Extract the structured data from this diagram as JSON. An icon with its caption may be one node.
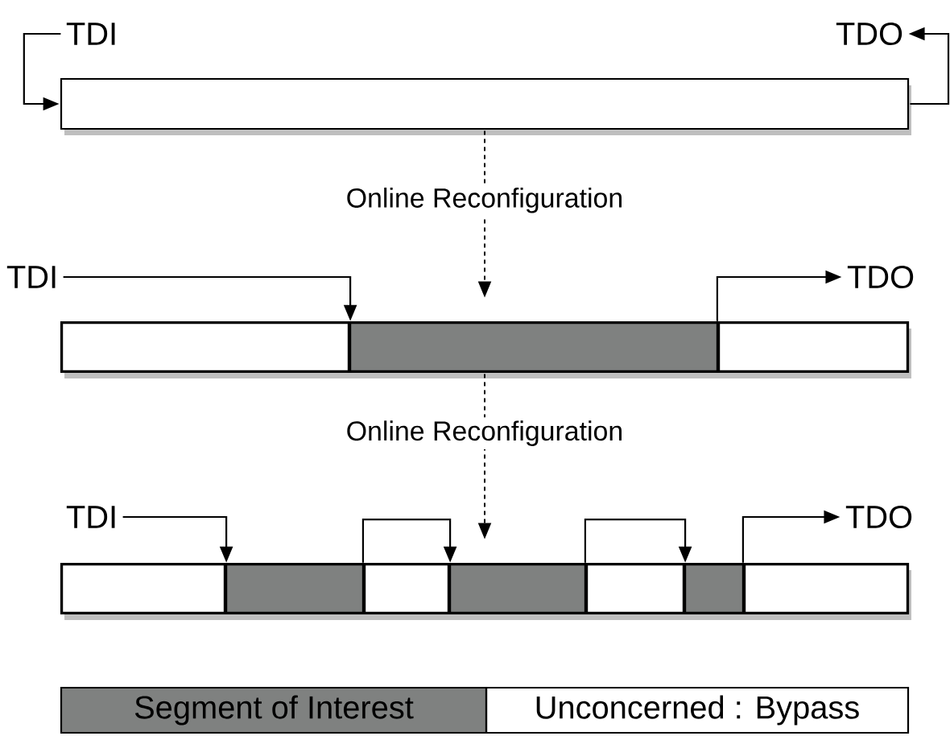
{
  "diagram": {
    "nodes": [
      {
        "text": [
          "TDI"
        ]
      },
      {
        "text": [
          "TDO"
        ]
      },
      {
        "text": [],
        "shape": "box"
      },
      {
        "text": [
          "TDI"
        ]
      },
      {
        "text": [
          "TDO"
        ]
      },
      {
        "text": [],
        "shape": "box"
      },
      {
        "text": [],
        "shape": "box",
        "in": 5
      },
      {
        "text": [],
        "shape": "box",
        "in": 5
      },
      {
        "text": [],
        "shape": "box",
        "in": 5
      },
      {
        "text": [
          "TDI"
        ]
      },
      {
        "text": [
          "TDO"
        ]
      },
      {
        "text": [],
        "shape": "box"
      },
      {
        "text": [],
        "shape": "box",
        "in": 11
      },
      {
        "text": [],
        "shape": "box",
        "in": 11
      },
      {
        "text": [],
        "shape": "box",
        "in": 11
      },
      {
        "text": [],
        "shape": "box",
        "in": 11
      },
      {
        "text": [],
        "shape": "box",
        "in": 11
      },
      {
        "text": [],
        "shape": "box",
        "in": 11
      },
      {
        "text": [],
        "shape": "box",
        "in": 11
      }
    ],
    "edges": [
      {
        "from": 0,
        "to": 2,
        "arrow": "to"
      },
      {
        "from": 2,
        "to": 1,
        "arrow": "to"
      },
      {
        "from": 2,
        "to": 5,
        "arrow": "to",
        "style": "dashed",
        "label": "Online Reconfiguration"
      },
      {
        "from": 3,
        "to": 7,
        "arrow": "to"
      },
      {
        "from": 7,
        "to": 4,
        "arrow": "to"
      },
      {
        "from": 5,
        "to": 11,
        "arrow": "to",
        "style": "dashed",
        "label": "Online Reconfiguration"
      },
      {
        "from": 9,
        "to": 13,
        "arrow": "to"
      },
      {
        "from": 13,
        "to": 15,
        "arrow": "to"
      },
      {
        "from": 15,
        "to": 17,
        "arrow": "to"
      },
      {
        "from": 17,
        "to": 10,
        "arrow": "to"
      }
    ],
    "legend": [
      {
        "text": "Segment of Interest",
        "color": "#7f8180"
      },
      {
        "text": "Unconcerned : Bypass"
      }
    ]
  }
}
